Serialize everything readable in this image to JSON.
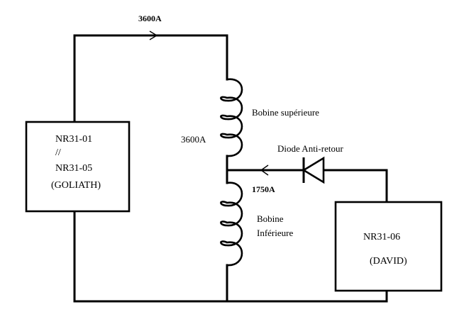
{
  "labels": {
    "top_current": "3600A",
    "upper_coil_current": "3600A",
    "upper_coil": "Bobine supérieure",
    "diode": "Diode Anti-retour",
    "diode_current": "1750A",
    "lower_coil_line1": "Bobine",
    "lower_coil_line2": "Inférieure"
  },
  "goliath_box": {
    "line1": "NR31-01",
    "line2": "//",
    "line3": "NR31-05",
    "line4": "(GOLIATH)"
  },
  "david_box": {
    "line1": "NR31-06",
    "line2": "(DAVID)"
  },
  "colors": {
    "wire": "#000000",
    "background": "#ffffff"
  }
}
